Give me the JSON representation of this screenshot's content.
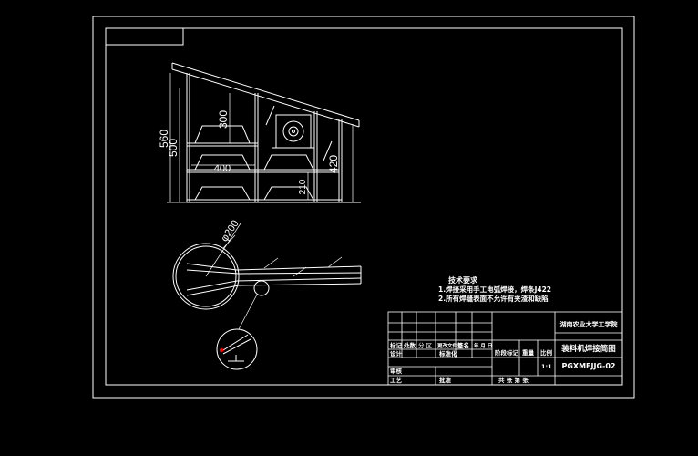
{
  "dimensions": {
    "overall_height": "560",
    "lower_height": "500",
    "upper_bay": "300",
    "bay_width": "400",
    "right_height": "420",
    "lower_right": "210",
    "ring_diameter": "φ200"
  },
  "notes": {
    "title": "技术要求",
    "line1": "1.焊接采用手工电弧焊接，焊条J422",
    "line2": "2.所有焊缝表面不允许有夹渣和缺陷"
  },
  "title_block": {
    "school": "湖南农业大学工学院",
    "drawing_name": "装料机焊接简图",
    "drawing_no": "PGXMFJJG-02",
    "scale_header": "比例",
    "scale_value": "1:1",
    "mark_header": "阶段标记",
    "weight_header": "重量",
    "sheet_info": "共 张  第 张",
    "r1": [
      "标记",
      "处数",
      "分 区",
      "更改文件号",
      "签名",
      "年 月 日"
    ],
    "r2": [
      "设计",
      "",
      "",
      "标准化",
      "",
      ""
    ],
    "r3": [
      "审核",
      ""
    ],
    "r4": [
      "工艺",
      "",
      "批准"
    ]
  },
  "colors": {
    "line": "#ffffff",
    "accent": "#ff0000",
    "background": "#000000"
  }
}
